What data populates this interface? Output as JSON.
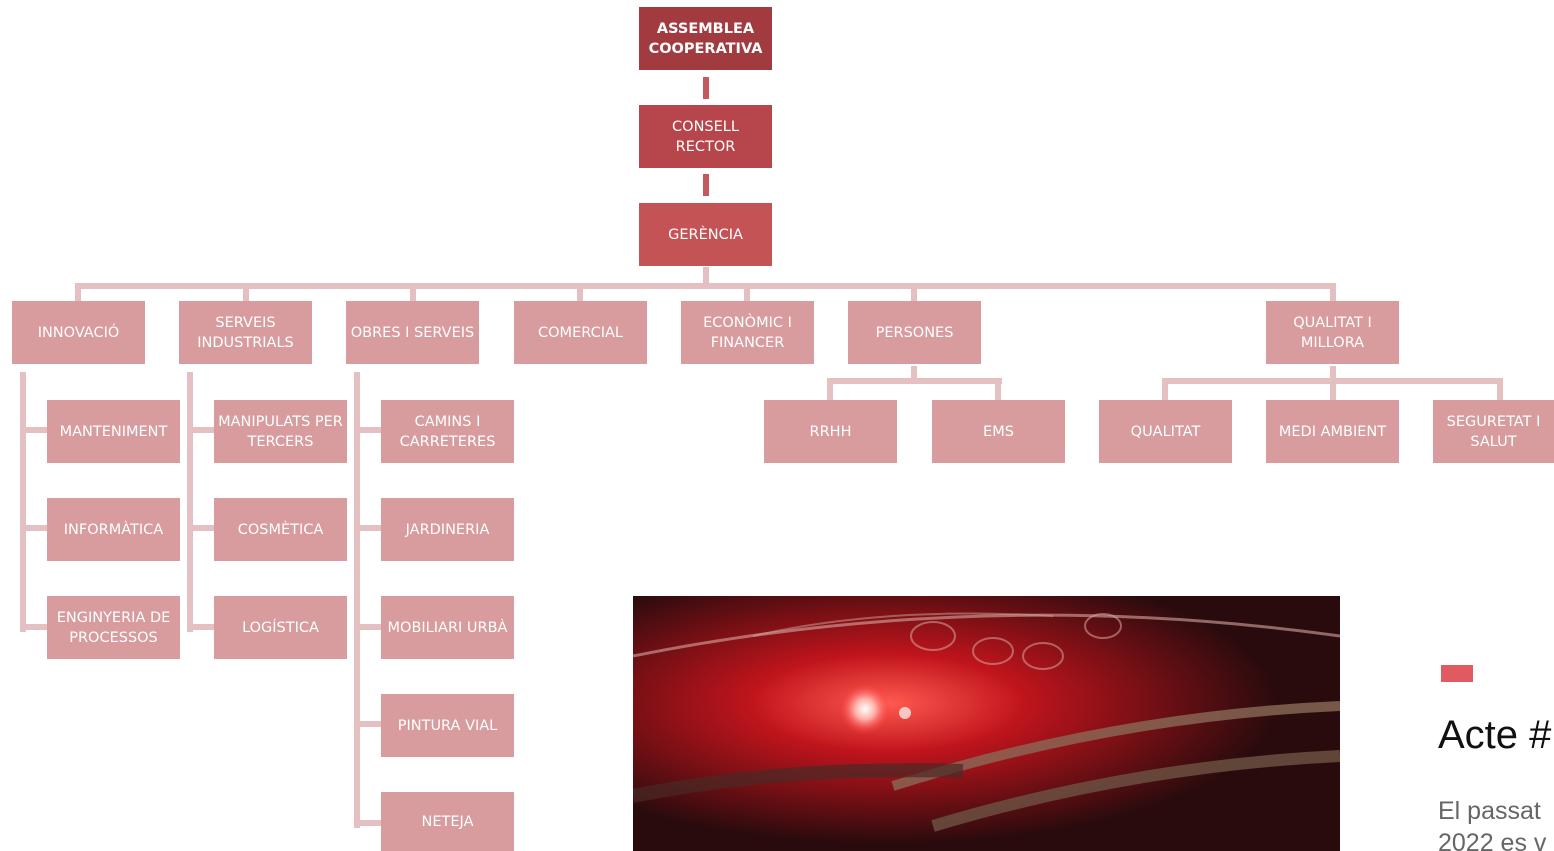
{
  "org_chart": {
    "assemblea": "ASSEMBLEA\nCOOPERATIVA",
    "consell": "CONSELL RECTOR",
    "gerencia": "GERÈNCIA",
    "departments": [
      {
        "label": "INNOVACIÓ",
        "children": [
          "MANTENIMENT",
          "INFORMÀTICA",
          "ENGINYERIA DE\nPROCESSOS"
        ]
      },
      {
        "label": "SERVEIS\nINDUSTRIALS",
        "children": [
          "MANIPULATS PER\nTERCERS",
          "COSMÈTICA",
          "LOGÍSTICA"
        ]
      },
      {
        "label": "OBRES I SERVEIS",
        "children": [
          "CAMINS I\nCARRETERES",
          "JARDINERIA",
          "MOBILIARI URBÀ",
          "PINTURA VIAL",
          "NETEJA"
        ]
      },
      {
        "label": "COMERCIAL",
        "children": []
      },
      {
        "label": "ECONÒMIC I\nFINANCER",
        "children": []
      },
      {
        "label": "PERSONES",
        "children": [
          "RRHH",
          "EMS"
        ]
      },
      {
        "label": "QUALITAT I\nMILLORA",
        "children": [
          "QUALITAT",
          "MEDI AMBIENT",
          "SEGURETAT I\nSALUT"
        ]
      }
    ]
  },
  "article": {
    "title": "Acte #",
    "excerpt": "El passat\n2022 es v"
  },
  "colors": {
    "top": "#a23b40",
    "rector": "#b6464c",
    "gerencia": "#c45356",
    "department": "#d89b9e",
    "accent": "#e05a60"
  }
}
